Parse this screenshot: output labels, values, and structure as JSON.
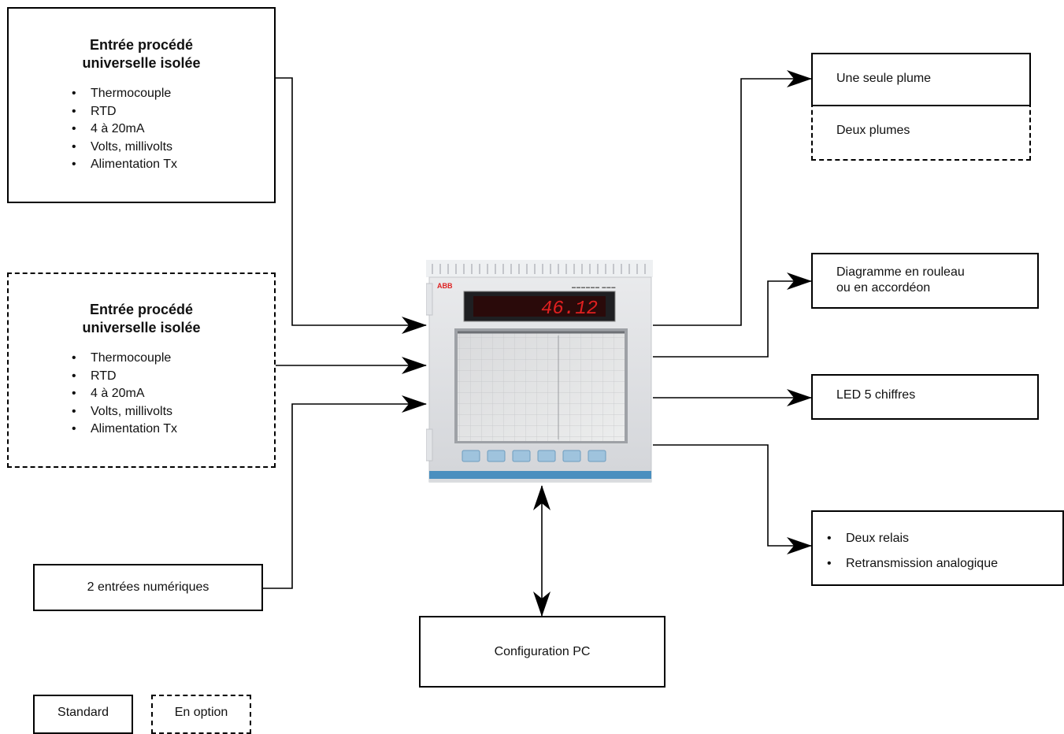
{
  "input1": {
    "title_line1": "Entrée procédé",
    "title_line2": "universelle isolée",
    "items": [
      "Thermocouple",
      "RTD",
      "4 à 20mA",
      "Volts, millivolts",
      "Alimentation Tx"
    ]
  },
  "input2": {
    "title_line1": "Entrée procédé",
    "title_line2": "universelle isolée",
    "items": [
      "Thermocouple",
      "RTD",
      "4 à 20mA",
      "Volts, millivolts",
      "Alimentation Tx"
    ]
  },
  "digital_inputs": "2 entrées numériques",
  "pen_single": "Une seule plume",
  "pen_double": "Deux plumes",
  "chart_line1": "Diagramme en rouleau",
  "chart_line2": "ou en accordéon",
  "led": "LED 5 chiffres",
  "outputs": [
    "Deux relais",
    "Retransmission analogique"
  ],
  "pc_config": "Configuration PC",
  "legend": {
    "standard": "Standard",
    "option": "En option"
  },
  "recorder": {
    "brand": "ABB",
    "display_value": "46.12",
    "accent_color": "#4a8fbf"
  }
}
